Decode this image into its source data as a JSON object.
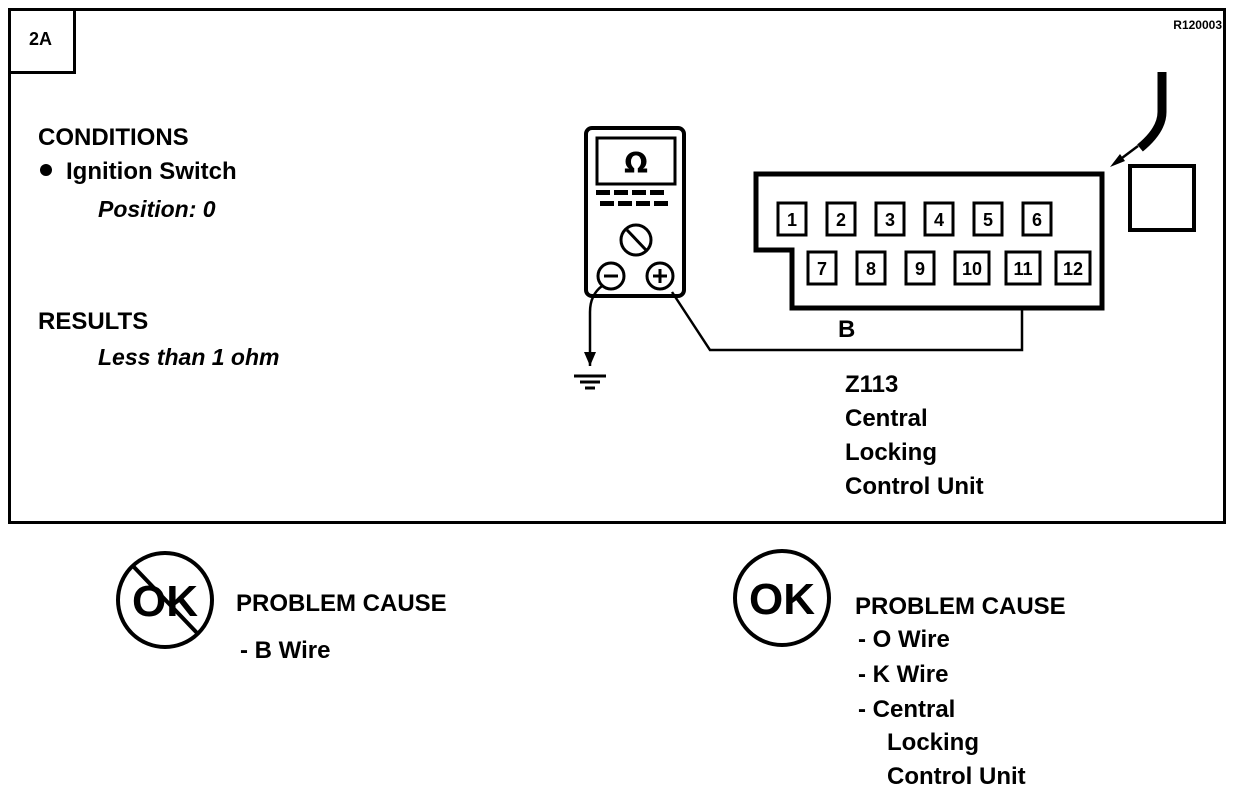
{
  "step_id": "2A",
  "ref_code": "R120003",
  "conditions": {
    "heading": "CONDITIONS",
    "item": "Ignition Switch",
    "detail": "Position: 0"
  },
  "results": {
    "heading": "RESULTS",
    "value": "Less than 1 ohm"
  },
  "meter": {
    "display_symbol": "Ω",
    "negative_symbol": "⊖",
    "positive_symbol": "⊕"
  },
  "connector": {
    "name": "B",
    "pins_top": [
      "1",
      "2",
      "3",
      "4",
      "5",
      "6"
    ],
    "pins_bottom": [
      "7",
      "8",
      "9",
      "10",
      "11",
      "12"
    ]
  },
  "component": {
    "code": "Z113",
    "line1": "Central",
    "line2": "Locking",
    "line3": "Control Unit"
  },
  "not_ok": {
    "symbol": "OK",
    "heading": "PROBLEM CAUSE",
    "causes": [
      "-  B  Wire"
    ]
  },
  "ok": {
    "symbol": "OK",
    "heading": "PROBLEM CAUSE",
    "causes": [
      "-  O  Wire",
      "-  K  Wire",
      "-   Central"
    ],
    "cause_cont": [
      "Locking",
      "Control Unit"
    ]
  }
}
